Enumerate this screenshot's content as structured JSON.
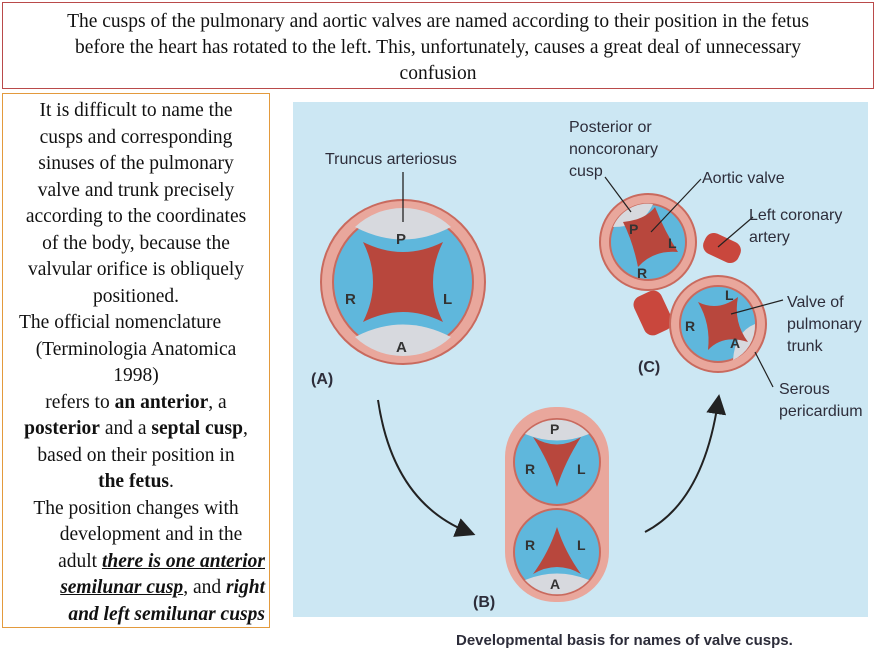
{
  "header": {
    "line1": "The cusps of the pulmonary and aortic valves are named according to their position in the fetus",
    "line2": "before the heart has rotated to the left. This, unfortunately, causes a great deal of unnecessary",
    "line3": "confusion"
  },
  "body": {
    "l1": "It is difficult to name the",
    "l2": "cusps and corresponding",
    "l3": "sinuses of the pulmonary",
    "l4": "valve and trunk precisely",
    "l5": "according to the coordinates",
    "l6": "of the body, because the",
    "l7": "valvular orifice is obliquely",
    "l8": "positioned.",
    "l9": "The official nomenclature",
    "l10": "(Terminologia Anatomica",
    "l11": "1998)",
    "l12a": "refers to ",
    "l12b": "an anterior",
    "l12c": ", a",
    "l13a": "posterior",
    "l13b": " and a ",
    "l13c": "septal cusp",
    "l13d": ",",
    "l14": "based on their position in",
    "l15a": "the fetus",
    "l15b": ".",
    "l16": "The position changes with",
    "l17": "development and in the",
    "l18a": "adult ",
    "l18b": "there is one anterior",
    "l19a": "semilunar cusp",
    "l19b": ", and ",
    "l19c": "right",
    "l20": "and left semilunar cusps"
  },
  "figure": {
    "label_truncus": "Truncus arteriosus",
    "label_posterior1": "Posterior or",
    "label_posterior2": "noncoronary",
    "label_posterior3": "cusp",
    "label_aortic_valve": "Aortic valve",
    "label_left_coronary1": "Left coronary",
    "label_left_coronary2": "artery",
    "label_valve_pulm1": "Valve of",
    "label_valve_pulm2": "pulmonary",
    "label_valve_pulm3": "trunk",
    "label_serous1": "Serous",
    "label_serous2": "pericardium",
    "panel_a": "(A)",
    "panel_b": "(B)",
    "panel_c": "(C)",
    "cusp_p": "P",
    "cusp_r": "R",
    "cusp_l": "L",
    "cusp_a": "A",
    "caption": "Developmental basis for names of valve cusps.",
    "colors": {
      "background": "#cce7f3",
      "ring": "#e9a79c",
      "blue": "#5fb7dc",
      "red": "#b8473d",
      "grey": "#d7d9de"
    }
  }
}
